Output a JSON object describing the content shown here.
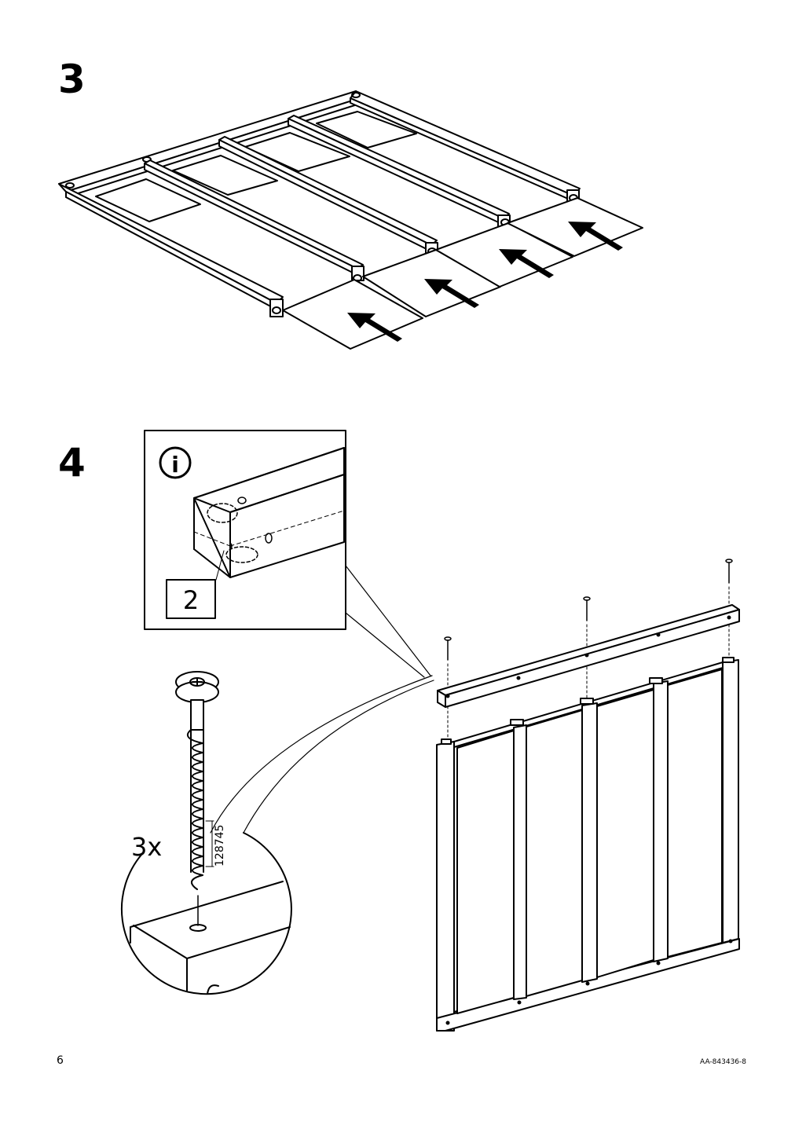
{
  "steps": {
    "step3": "3",
    "step4": "4"
  },
  "callout": {
    "info_symbol": "i",
    "quantity_box": "2"
  },
  "screw": {
    "quantity": "3x",
    "part_number": "128745"
  },
  "footer": {
    "page_number": "6",
    "document_code": "AA-843436-8"
  }
}
